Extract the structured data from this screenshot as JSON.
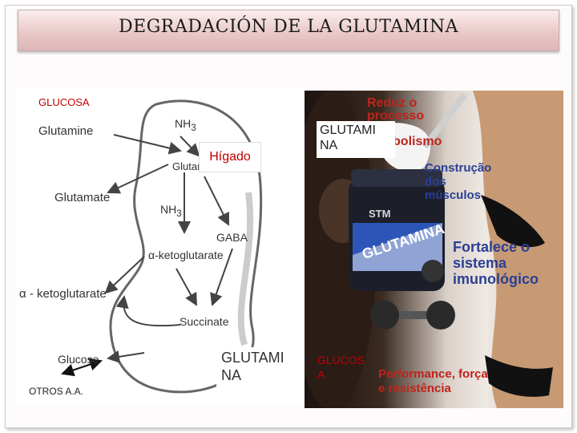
{
  "title": "DEGRADACIÓN DE  LA GLUTAMINA",
  "diagram": {
    "glutamine": "Glutamine",
    "nh3_top": "NH",
    "glutamate_inner": "Glutamate",
    "glutamate": "Glutamate",
    "nh3_mid": "NH",
    "gaba": "GABA",
    "alpha_kg_inner": "α-ketoglutarate",
    "alpha_kg": "α - ketoglutarate",
    "succinate": "Succinate",
    "glucose": "Glucose",
    "sub3": "3"
  },
  "annotations": {
    "glucosa_top": "GLUCOSA",
    "higado": "Hígado",
    "glutamina_photo": "GLUTAMI NA",
    "glutamina_bottom": "GLUTAMI NA",
    "glucosa_photo": "GLUCOS A",
    "otros": "OTROS A.A."
  },
  "photo": {
    "text_reduz": "Reduz o processo de catabolismo",
    "text_construcao": "Construção dos músculos",
    "text_fortalece": "Fortalece o sistema imunológico",
    "text_performance": "Performance, força e resistência",
    "jar_label": "GLUTAMINA",
    "jar_brand": "STM"
  },
  "colors": {
    "accent_red": "#c00000",
    "title_gradient_top": "#fbeeee",
    "title_gradient_bottom": "#dcb5b5",
    "photo_text_red": "#c0231c",
    "photo_text_blue": "#2a3f95"
  }
}
